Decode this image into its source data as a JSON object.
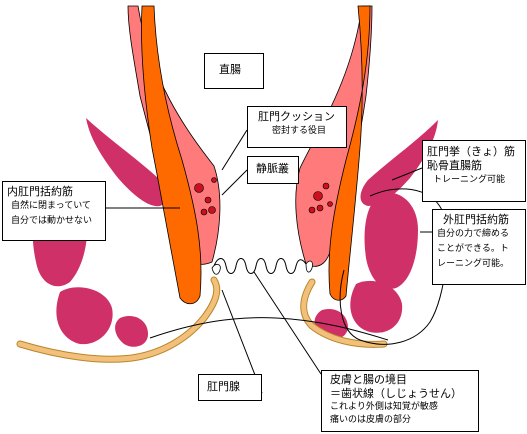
{
  "labels": {
    "rectum": "直腸",
    "anal_cushion_title": "肛門クッション",
    "anal_cushion_sub": "密封する役目",
    "venous_plexus": "静脈叢",
    "levator_line1": "肛門挙（きょ）筋",
    "levator_line2": "恥骨直腸筋",
    "levator_sub": "トレーニング可能",
    "internal_title": "内肛門括約筋",
    "internal_sub1": "自然に閉まっていて",
    "internal_sub2": "自分では動かせない",
    "external_title": "外肛門括約筋",
    "external_sub1": "自分の力で締める",
    "external_sub2": "ことができる。ト",
    "external_sub3": "レーニング可能。",
    "anal_gland": "肛門腺",
    "dentate_line1": "皮膚と腸の境目",
    "dentate_line2": "＝歯状線（しじょうせん）",
    "dentate_sub1": "これより外側は知覚が敏感",
    "dentate_sub2": "痛いのは皮膚の部分"
  },
  "colors": {
    "muscle_dark": "#d03068",
    "muscle_light": "#ff7a7a",
    "sphincter_internal": "#ff6a00",
    "gland": "#f2c07a",
    "vein": "#cc1020"
  }
}
